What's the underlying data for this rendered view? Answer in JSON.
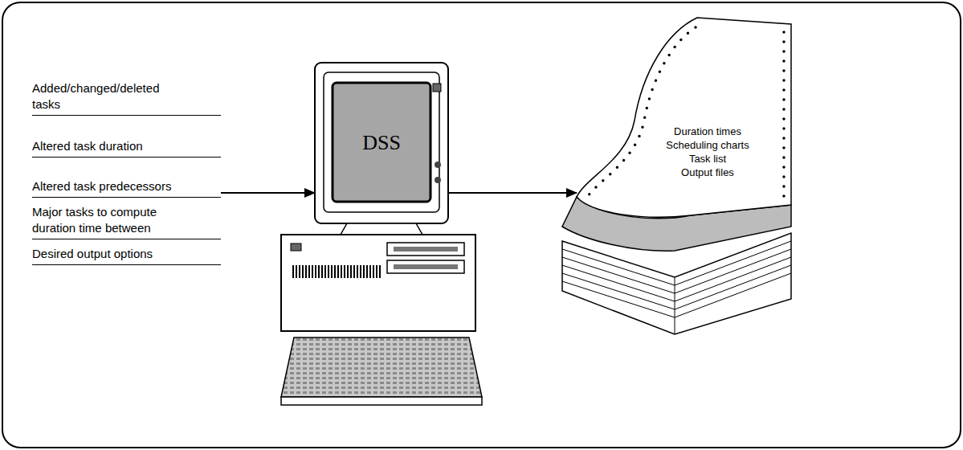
{
  "diagram": {
    "nodes": [
      {
        "text": [
          "Added/changed/deleted tasks",
          "Altered task duration",
          "Altered task predecessors",
          "Major tasks to compute duration time between",
          "Desired output options"
        ]
      },
      {
        "text": [
          "DSS"
        ]
      },
      {
        "text": [
          "Duration times",
          "Scheduling charts",
          "Task list",
          "Output files"
        ]
      }
    ],
    "edges": [
      {
        "from": 0,
        "to": 1,
        "arrow": "to"
      },
      {
        "from": 1,
        "to": 2,
        "arrow": "to"
      }
    ]
  }
}
